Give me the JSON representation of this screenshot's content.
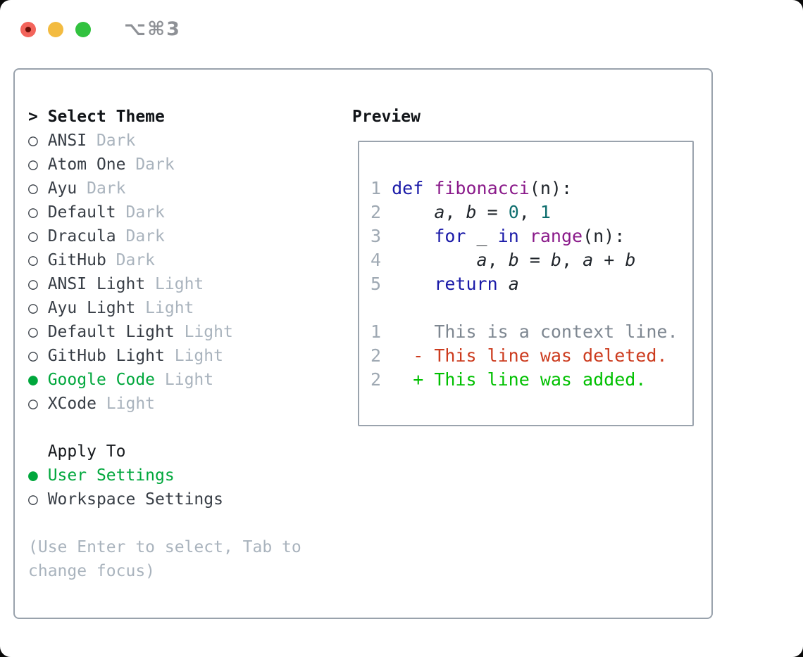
{
  "titlebar": {
    "shortcut": "⌥⌘3",
    "buttons": [
      "close",
      "minimize",
      "zoom"
    ]
  },
  "theme_picker": {
    "prompt": ">",
    "title": "Select Theme",
    "items": [
      {
        "name": "ANSI",
        "variant": "Dark",
        "selected": false
      },
      {
        "name": "Atom One",
        "variant": "Dark",
        "selected": false
      },
      {
        "name": "Ayu",
        "variant": "Dark",
        "selected": false
      },
      {
        "name": "Default",
        "variant": "Dark",
        "selected": false
      },
      {
        "name": "Dracula",
        "variant": "Dark",
        "selected": false
      },
      {
        "name": "GitHub",
        "variant": "Dark",
        "selected": false
      },
      {
        "name": "ANSI Light",
        "variant": "Light",
        "selected": false
      },
      {
        "name": "Ayu Light",
        "variant": "Light",
        "selected": false
      },
      {
        "name": "Default Light",
        "variant": "Light",
        "selected": false
      },
      {
        "name": "GitHub Light",
        "variant": "Light",
        "selected": false
      },
      {
        "name": "Google Code",
        "variant": "Light",
        "selected": true
      },
      {
        "name": "XCode",
        "variant": "Light",
        "selected": false
      }
    ]
  },
  "apply_to": {
    "title": "Apply To",
    "options": [
      {
        "label": "User Settings",
        "selected": true
      },
      {
        "label": "Workspace Settings",
        "selected": false
      }
    ]
  },
  "help_text": "(Use Enter to select, Tab to change focus)",
  "preview": {
    "title": "Preview",
    "lines": [
      {
        "n": "1",
        "t": [
          [
            "kw",
            "def"
          ],
          [
            "pl",
            " "
          ],
          [
            "fn",
            "fibonacci"
          ],
          [
            "pl",
            "(n):"
          ]
        ]
      },
      {
        "n": "2",
        "t": [
          [
            "pl",
            "    "
          ],
          [
            "var",
            "a"
          ],
          [
            "pl",
            ", "
          ],
          [
            "var",
            "b"
          ],
          [
            "pl",
            " = "
          ],
          [
            "lit",
            "0"
          ],
          [
            "pl",
            ", "
          ],
          [
            "lit",
            "1"
          ]
        ]
      },
      {
        "n": "3",
        "t": [
          [
            "pl",
            "    "
          ],
          [
            "kw",
            "for"
          ],
          [
            "pl",
            " _ "
          ],
          [
            "kw",
            "in"
          ],
          [
            "pl",
            " "
          ],
          [
            "fn",
            "range"
          ],
          [
            "pl",
            "(n):"
          ]
        ]
      },
      {
        "n": "4",
        "t": [
          [
            "pl",
            "        "
          ],
          [
            "var",
            "a"
          ],
          [
            "pl",
            ", "
          ],
          [
            "var",
            "b"
          ],
          [
            "pl",
            " = "
          ],
          [
            "var",
            "b"
          ],
          [
            "pl",
            ", "
          ],
          [
            "var",
            "a"
          ],
          [
            "pl",
            " + "
          ],
          [
            "var",
            "b"
          ]
        ]
      },
      {
        "n": "5",
        "t": [
          [
            "pl",
            "    "
          ],
          [
            "kw",
            "return"
          ],
          [
            "pl",
            " "
          ],
          [
            "var",
            "a"
          ]
        ]
      },
      {
        "n": "",
        "t": []
      },
      {
        "n": "1",
        "t": [
          [
            "ctx",
            "    This is a context line."
          ]
        ]
      },
      {
        "n": "2",
        "t": [
          [
            "pl",
            "  "
          ],
          [
            "del",
            "- This line was deleted."
          ]
        ]
      },
      {
        "n": "2",
        "t": [
          [
            "pl",
            "  "
          ],
          [
            "add",
            "+ This line was added."
          ]
        ]
      }
    ]
  },
  "ui_glyphs": {
    "unselected_bullet": "○",
    "selected_bullet": "●"
  },
  "colors": {
    "accent_green": "#00a73c",
    "diff_added_green": "#00c000",
    "diff_deleted_red": "#cc3b1e",
    "diff_context_gray": "#7e8791",
    "syntax_keyword": "#1a1aa8",
    "syntax_function": "#8a1a8a",
    "syntax_literal": "#0e6e6e",
    "muted_text": "#a9b3bd",
    "border_gray": "#99a2ac",
    "traffic_red": "#f3645b",
    "traffic_yellow": "#f3bb40",
    "traffic_green": "#32c23f"
  }
}
